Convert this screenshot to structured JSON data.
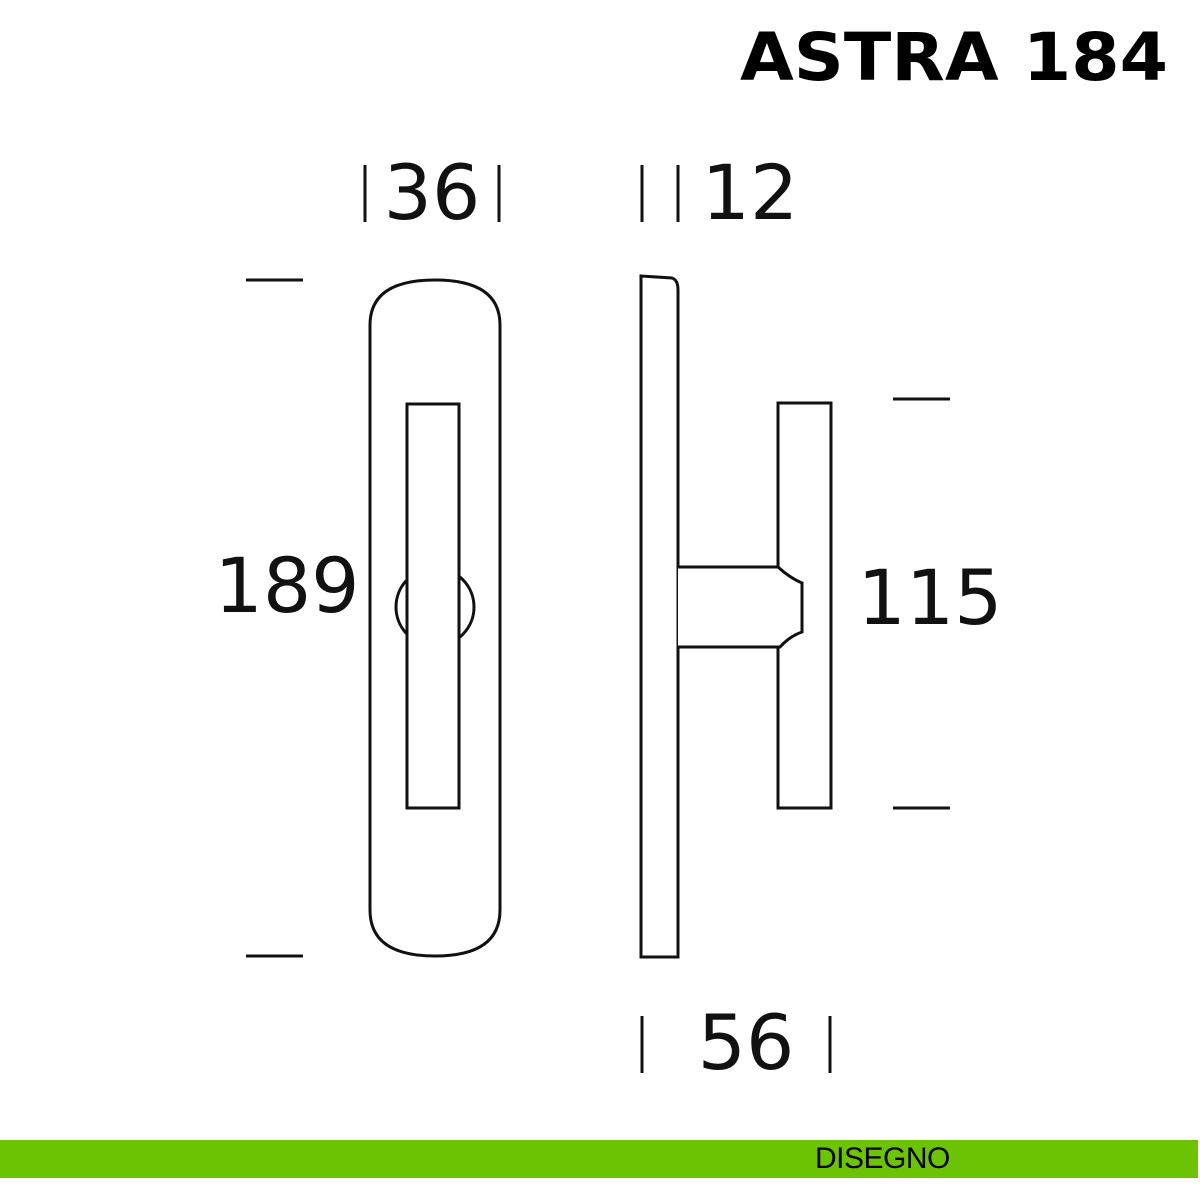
{
  "title": "ASTRA 184",
  "dimensions": {
    "plate_width": "36",
    "plate_thickness": "12",
    "plate_height": "189",
    "handle_length": "115",
    "projection": "56"
  },
  "footer": {
    "label": "DISEGNO",
    "color": "#6cc304"
  }
}
